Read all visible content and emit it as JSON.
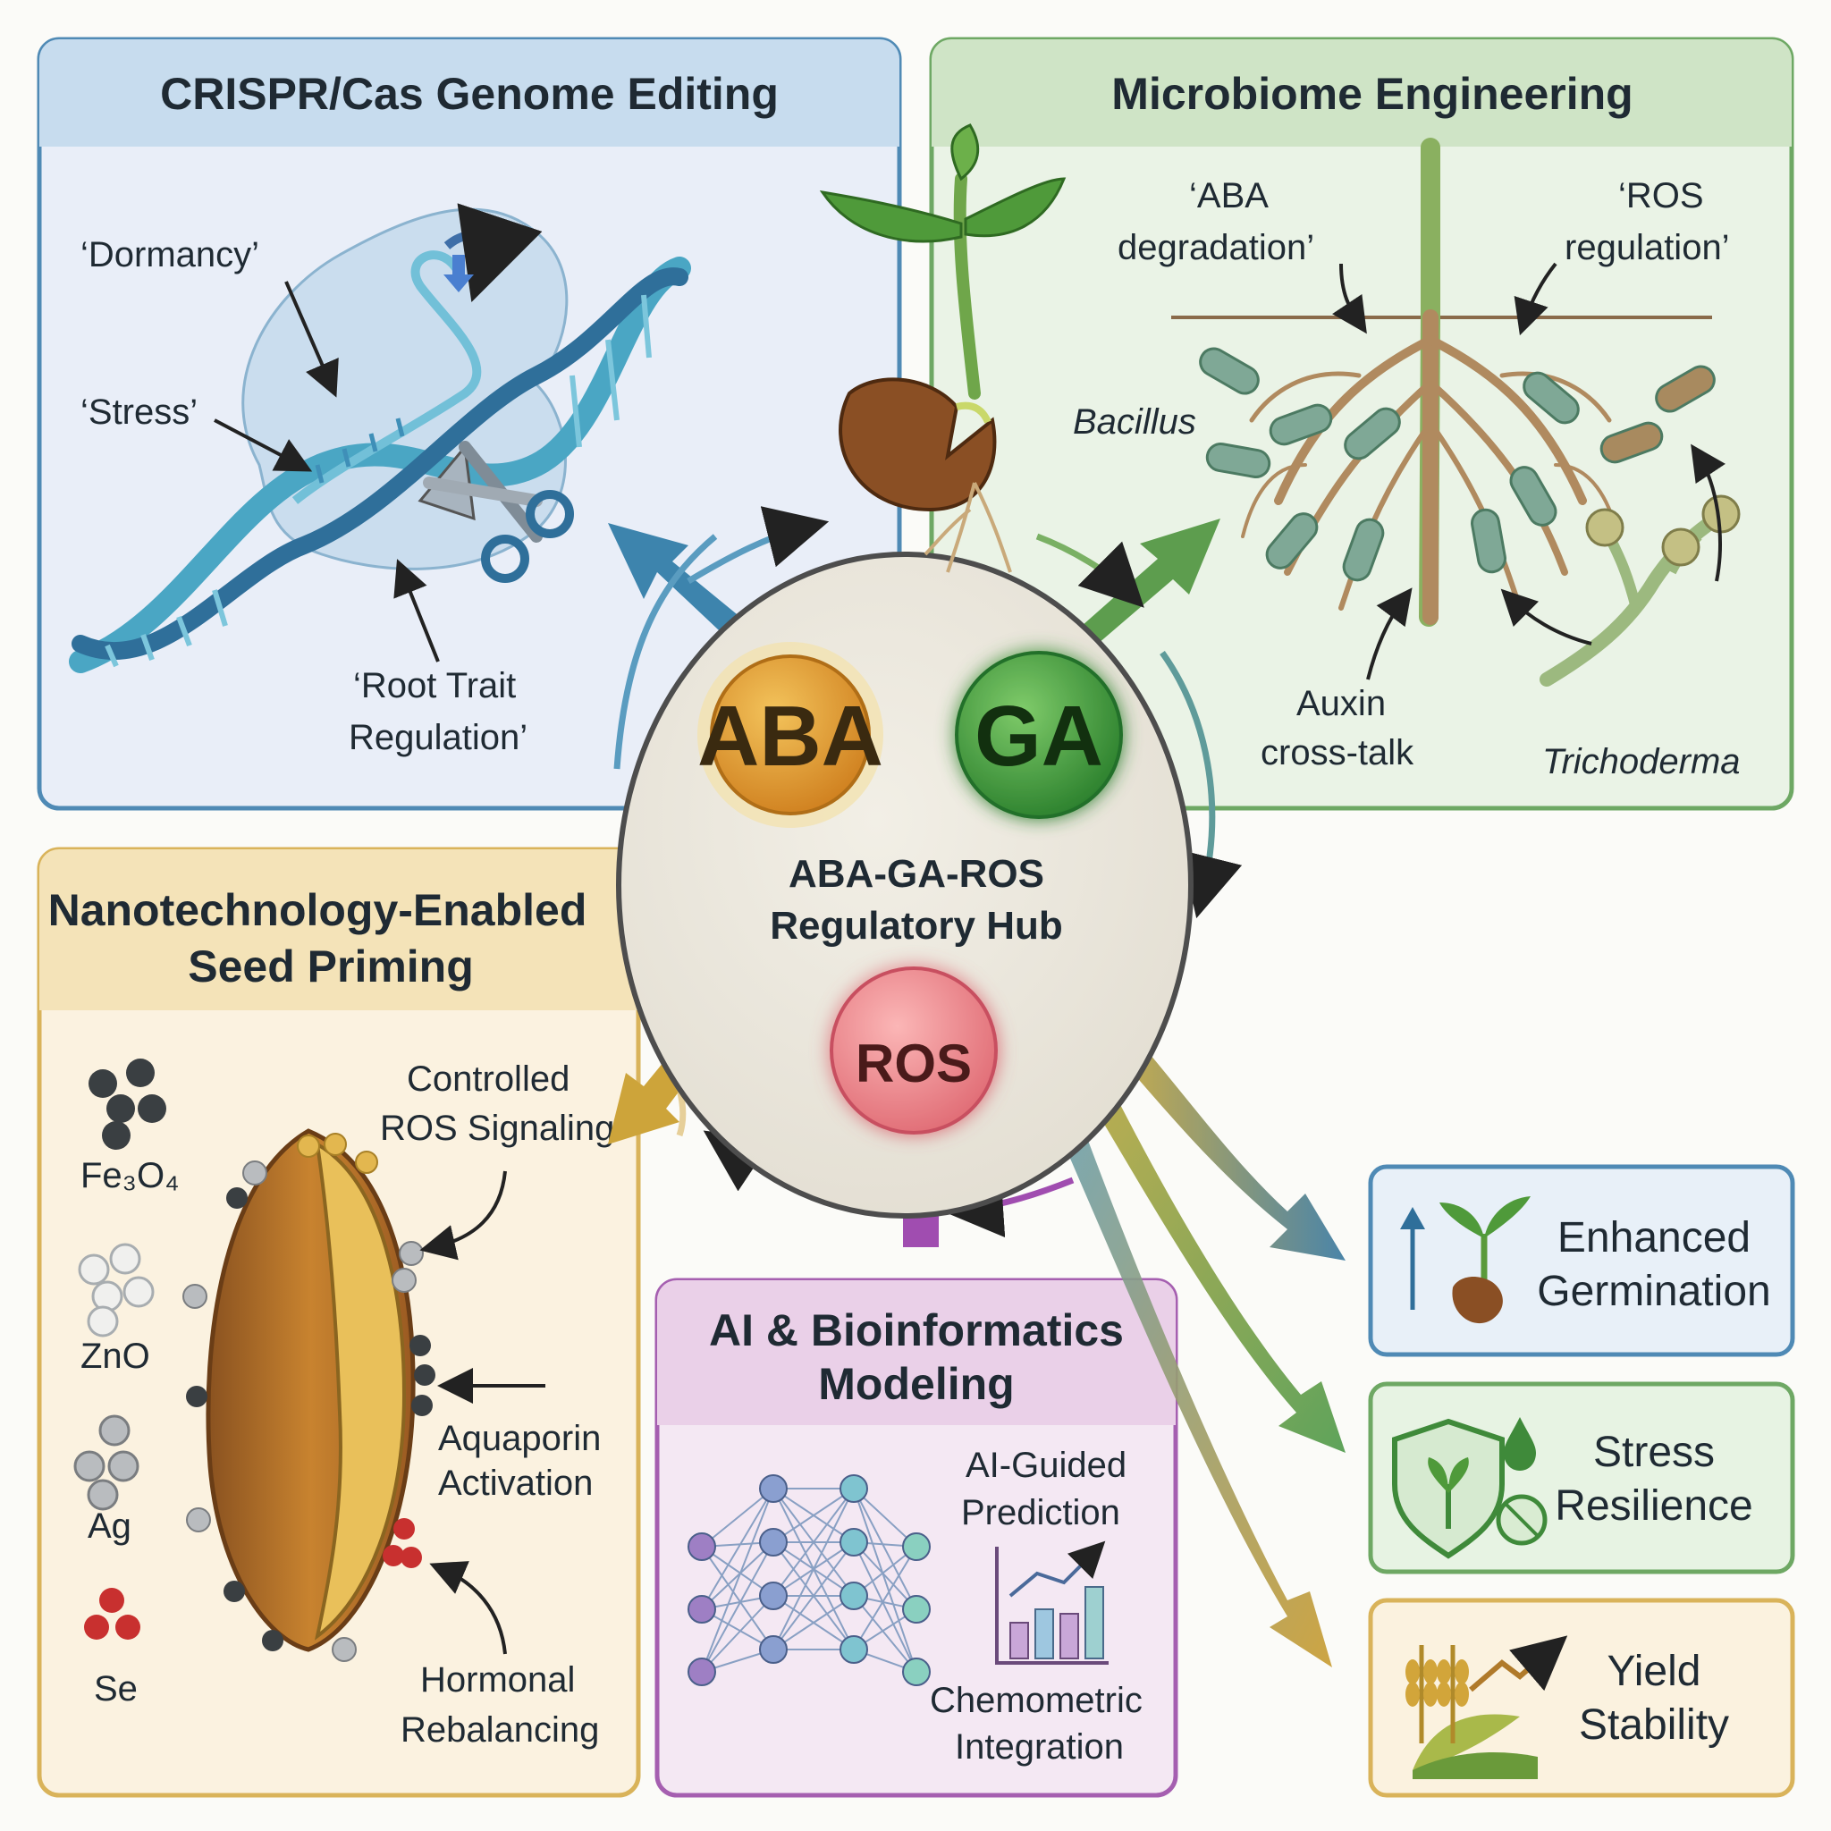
{
  "panels": {
    "crispr": {
      "title": "CRISPR/Cas Genome Editing",
      "labels": [
        "‘Dormancy’",
        "‘Stress’",
        "‘Root Trait",
        "Regulation’"
      ]
    },
    "microbiome": {
      "title": "Microbiome Engineering",
      "labels": {
        "aba_deg_1": "‘ABA",
        "aba_deg_2": "degradation’",
        "ros_reg_1": "‘ROS",
        "ros_reg_2": "regulation’",
        "bacillus": "Bacillus",
        "auxin_1": "Auxin",
        "auxin_2": "cross-talk",
        "trichoderma": "Trichoderma"
      }
    },
    "nano": {
      "title_1": "Nanotechnology-Enabled",
      "title_2": "Seed Priming",
      "particles": [
        "Fe₃O₄",
        "ZnO",
        "Ag",
        "Se"
      ],
      "labels": {
        "ros_1": "Controlled",
        "ros_2": "ROS Signaling",
        "aqua_1": "Aquaporin",
        "aqua_2": "Activation",
        "horm_1": "Hormonal",
        "horm_2": "Rebalancing"
      }
    },
    "ai": {
      "title_1": "AI & Bioinformatics",
      "title_2": "Modeling",
      "labels": {
        "pred_1": "AI-Guided",
        "pred_2": "Prediction",
        "chem_1": "Chemometric",
        "chem_2": "Integration"
      }
    }
  },
  "hub": {
    "aba": "ABA",
    "ga": "GA",
    "ros": "ROS",
    "title_1": "ABA-GA-ROS",
    "title_2": "Regulatory Hub"
  },
  "outcomes": {
    "germination": [
      "Enhanced",
      "Germination"
    ],
    "stress": [
      "Stress",
      "Resilience"
    ],
    "yield": [
      "Yield",
      "Stability"
    ]
  },
  "colors": {
    "crispr": "#3f7ea8",
    "microbiome": "#5a9a52",
    "nano": "#d4a93e",
    "ai": "#a156b0",
    "aba": "#e09a2c",
    "ga": "#3f9a3c",
    "ros": "#e2707a"
  }
}
